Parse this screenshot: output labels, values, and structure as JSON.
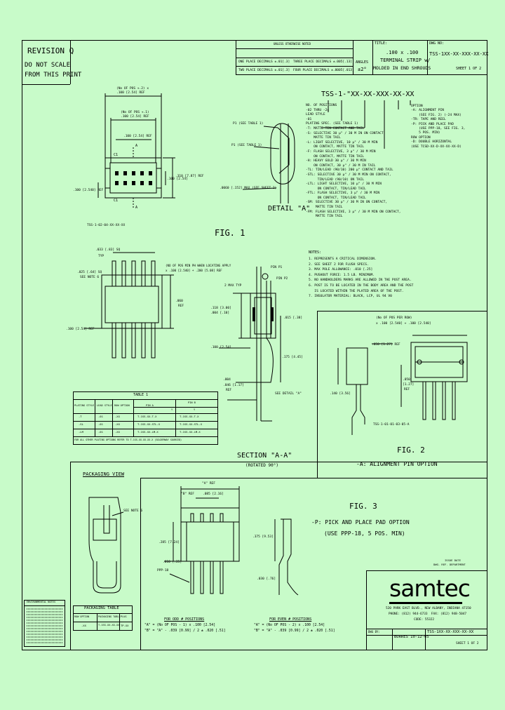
{
  "revision": "REVISION Q",
  "do_not_scale": [
    "DO NOT SCALE",
    "FROM THIS PRINT"
  ],
  "tolerances": {
    "header": "UNLESS OTHERWISE NOTED",
    "one_place": "ONE PLACE DECIMALS ±.01[.3]",
    "two_place": "TWO PLACE DECIMALS ±.01[.3]",
    "three_place": "THREE PLACE DECIMALS ±.005[.13]",
    "four_place": "FOUR PLACE DECIMALS ±.0005[.013]",
    "angles_label": "ANGLES",
    "angles_value": "±2°"
  },
  "title_label": "TITLE:",
  "title_lines": [
    ".100 x .100",
    "TERMINAL STRIP w/",
    "MOLDED IN END SHROUDS"
  ],
  "dwg_label": "DWG NO:",
  "dwg_no": "TSS-1XX-XX-XXX-XX-XX",
  "sheet": "SHEET 1 OF 2",
  "part_code": "TSS-1-\"XX-XX-XXX-XX-XX",
  "part_options_left": [
    "NO. OF POSITIONS",
    "-02 THRU -24",
    "LEAD STYLE",
    "-01",
    "PLATING SPEC. (SEE TABLE 1)",
    "-T: MATTE TIN CONTACT AND TAIL",
    "-S: SELECTIVE 30 µ\" / 30 M IN ON CONTACT,",
    "    MATTE TIN TAIL",
    "-L: LIGHT SELECTIVE, 10 µ\" / 30 M MIN",
    "    ON CONTACT, MATTE TIN TAIL",
    "-F: FLASH SELECTIVE, 3 µ\" / 30 M MIN",
    "    ON CONTACT, MATTE TIN TAIL",
    "-H: HEAVY GOLD 30 µ\" / 30 M MIN",
    "    ON CONTACT, 30 µ\" / 30 M IN TAIL",
    "-TL: TIN/LEAD (90/10) 200 µ\" CONTACT AND TAIL",
    "-STL: SELECTIVE 30 µ\" / 30 M MIN ON CONTACT,",
    "      TIN/LEAD (90/10) ON TAIL",
    "-LTL: LIGHT SELECTIVE, 10 µ\" / 30 M MIN",
    "      ON CONTACT, TIN/LEAD TAIL",
    "-FTL: FLASH SELECTIVE, 3 µ\" / 30 M MIN",
    "      ON CONTACT, TIN/LEAD TAIL",
    "-SM: SELECTIVE 30 µ\" / 30 M IN ON CONTACT,",
    "     MATTE TIN TAIL",
    "-FM: FLASH SELECTIVE, 3 µ\" / 30 M MIN ON CONTACT,",
    "     MATTE TIN TAIL"
  ],
  "part_options_right": [
    "OPTION",
    "-A: ALIGNMENT PIN",
    "    (SEE FIG. 2) (-24 MAX)",
    "-TR: TAPE AND REEL",
    "-P: PICK AND PLACE PAD",
    "    (USE PPP-18, SEE FIG. 3,",
    "    5 POS. MIN)",
    "ROW OPTION",
    "-D: DOUBLE HORIZONTAL",
    "(USE TCSD-XX-D-XX-XX-XX-D)"
  ],
  "notes_title": "NOTES:",
  "notes": [
    "1. REPRESENTS A CRITICAL DIMENSION.",
    "2. SEE SHEET 2 FOR FLUSH SPECS.",
    "3. MAX POLE ALLOWANCE: .010 [.25]",
    "4. PUSHOUT FORCE: 1.5 LB. MINIMUM.",
    "5. NO HANDHOLDERS MARKS ARE ALLOWED IN THE POST AREA.",
    "6. POST IS TO BE LOCATED IN THE BODY AREA AND THE POST",
    "   IS LOCATED WITHIN THE PLATED AREA OF THE POST.",
    "7. INSULATOR MATERIAL: BLACK, LCP, UL 94 V0"
  ],
  "fig1": {
    "label": "FIG. 1",
    "detail_label": "DETAIL \"A\"",
    "dims": [
      "(No OF POS +.2) x",
      ".100 [2.54] REF",
      "(No OF POS +.1)",
      ".100 [2.54] REF",
      ".100 [2.54] REF",
      ".100 [2.54]",
      ".310 [7.87] REF",
      ".100 [2.540] REF",
      "C1",
      "C1",
      "A",
      "A"
    ],
    "part_ref": "TSS-1-02-04-XX-XX-XX",
    "detail_notes": [
      "P1 (SEE TABLE 1)",
      "P1 (SEE TABLE 1)",
      ".0060 [.152] MAX (SEE SHEET 2)"
    ]
  },
  "side_view": {
    "dims": [
      ".033 [.83] SQ",
      "TYP",
      ".025 [.64] SQ",
      "SEE NOTE 6",
      "(NO OF POS MIN PH WHEN LOCATING APPLY",
      "x .100 [2.540] + .200 [5.08] REF",
      ".060",
      "REF",
      ".100 [2.54] REF"
    ]
  },
  "table1": {
    "title": "TABLE 1",
    "headers": [
      "PLATING STYLE",
      "LEAD STYLE",
      "ROW OPTION",
      "PIN A",
      "PIN B"
    ],
    "subheaders": [
      "Y",
      "Y"
    ],
    "rows": [
      [
        "-T",
        "-01",
        "-XX",
        "T-1SS-XX-T-X",
        "T-1SS-XX-T-X"
      ],
      [
        "-SL",
        "-01",
        "-XX",
        "T-1SS-XX-STL-X",
        "T-1SS-XX-STL-X"
      ],
      [
        "-LM",
        "-01",
        "-XX",
        "T-1SS-XX-LM-X",
        "T-1SS-XX-LM-X"
      ]
    ],
    "footer": "FOR ALL OTHER PLATING OPTIONS REFER TO T-1SS-XX-XX-XX-X (SOLDERWAY SOURCED)"
  },
  "section": {
    "label": "SECTION \"A-A\"",
    "sublabel": "(ROTATED 90°)",
    "dims": [
      "PIN P1",
      "PIN P2",
      "2 MAX TYP",
      ".118 [3.00]",
      ".004 [.10]",
      ".015 [.38]",
      ".175 [4.45]",
      ".100 [2.54]",
      "SEE DETAIL \"A\"",
      ".004",
      ".046 [1.17]",
      "REF"
    ]
  },
  "fig2": {
    "label": "FIG. 2",
    "caption": "-A: ALIGNMENT PIN OPTION",
    "dims": [
      "(No OF POS PER ROW)",
      "x .100 [2.540] + .100 [2.540]",
      ".050 [1.27] REF",
      ".140 [3.56]",
      ".050",
      "[1.27]",
      "REF"
    ],
    "part_ref": "TSS-1-01-01-03-05-A"
  },
  "packaging": {
    "title": "PACKAGING VIEW",
    "note": "SEE NOTE 6",
    "table_title": "PACKAGING TABLE",
    "table_headers": [
      "ROW OPTION",
      "PACKAGING TABLE",
      "PLUG"
    ],
    "table_row": [
      "-XX",
      "T-1SS-XX-XX-XX",
      "TP-XX"
    ],
    "stamp_title": "ENVIRONMENTAL NOTES"
  },
  "fig3": {
    "label": "FIG. 3",
    "caption_lines": [
      "-P: PICK AND PLACE PAD OPTION",
      "(USE PPP-18, 5 POS. MIN)"
    ],
    "dims": [
      "\"A\" REF",
      "\"B\" REF",
      ".085 [2.16]",
      ".285 [7.24]",
      ".375 [9.53]",
      ".030 [.76]",
      ".010 [.25]",
      "PPP-18"
    ],
    "odd_title": "FOR ODD # POSITIONS",
    "odd_lines": [
      "\"A\" = (No OF POS - 1) x .100 [2.54]",
      "\"B\" = \"A\" - .039 [0.99] / 2 ± .020 [.51]"
    ],
    "even_title": "FOR EVEN # POSITIONS",
    "even_lines": [
      "\"A\" = (No OF POS - 2) x .100 [2.54]",
      "\"B\" = \"A\" - .039 [0.99] / 2 ± .020 [.51]"
    ]
  },
  "company": {
    "logo": "samtec",
    "address": "520 PARK EAST BLVD., NEW ALBANY, INDIANA 47150",
    "phone": "PHONE: (812) 944-6733  FAX: (812) 948-5047",
    "code": "CODE: 55322",
    "release_stamp": [
      "ISSUE DATE",
      "DWG. REF. DEPARTMENT"
    ]
  },
  "signoff": {
    "label": "DWG BY:",
    "name": "BURRES 10-12-05",
    "dwg_no": "TSS-1XX-XX-XXX-XX-XX",
    "sheet": "SHEET 1 OF 2"
  }
}
